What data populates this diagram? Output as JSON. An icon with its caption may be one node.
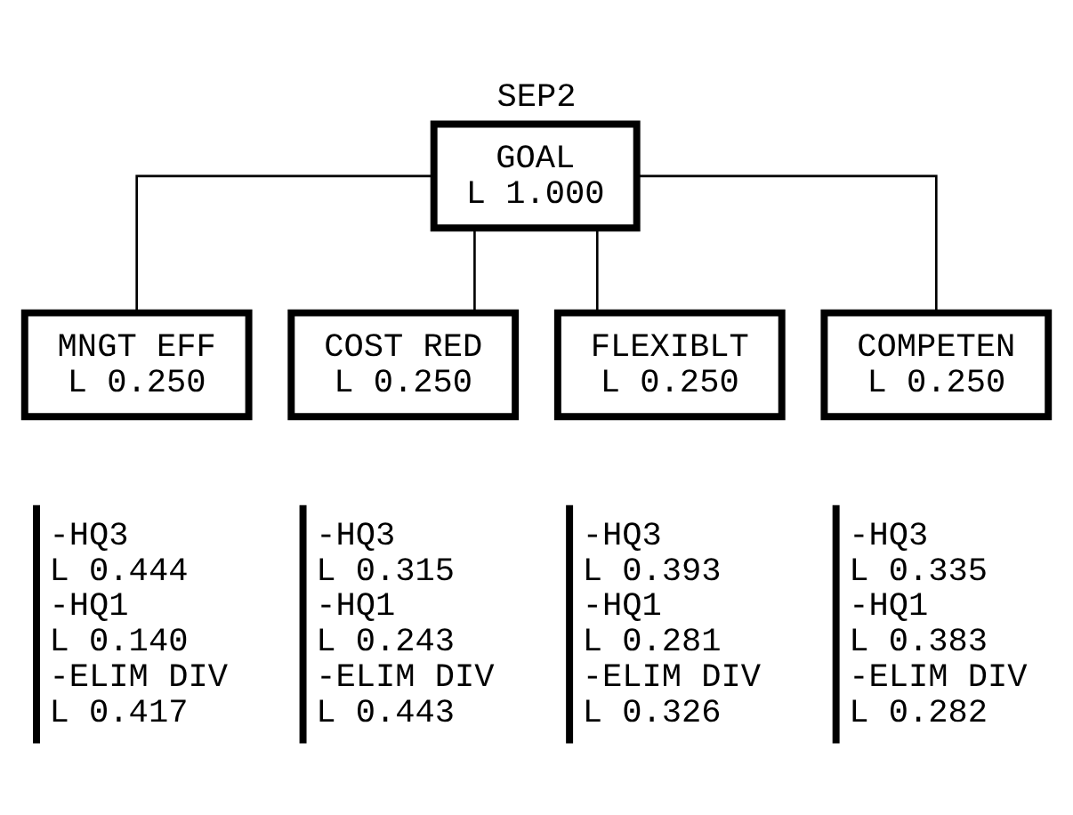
{
  "diagram": {
    "title": "SEP2",
    "nodes": [
      {
        "text": [
          "GOAL",
          "L 1.000"
        ]
      },
      {
        "text": [
          "MNGT EFF",
          "L 0.250"
        ]
      },
      {
        "text": [
          "COST RED",
          "L 0.250"
        ]
      },
      {
        "text": [
          "FLEXIBLT",
          "L 0.250"
        ]
      },
      {
        "text": [
          "COMPETEN",
          "L 0.250"
        ]
      },
      {
        "text": [
          "-HQ3",
          "L 0.444",
          "-HQ1",
          "L 0.140",
          "-ELIM DIV",
          "L 0.417"
        ]
      },
      {
        "text": [
          "-HQ3",
          "L 0.315",
          "-HQ1",
          "L 0.243",
          "-ELIM DIV",
          "L 0.443"
        ]
      },
      {
        "text": [
          "-HQ3",
          "L 0.393",
          "-HQ1",
          "L 0.281",
          "-ELIM DIV",
          "L 0.326"
        ]
      },
      {
        "text": [
          "-HQ3",
          "L 0.335",
          "-HQ1",
          "L 0.383",
          "-ELIM DIV",
          "L 0.282"
        ]
      }
    ],
    "edges": [
      {
        "from": 0,
        "to": 1,
        "arrow": "none"
      },
      {
        "from": 0,
        "to": 2,
        "arrow": "none"
      },
      {
        "from": 0,
        "to": 3,
        "arrow": "none"
      },
      {
        "from": 0,
        "to": 4,
        "arrow": "none"
      }
    ]
  }
}
